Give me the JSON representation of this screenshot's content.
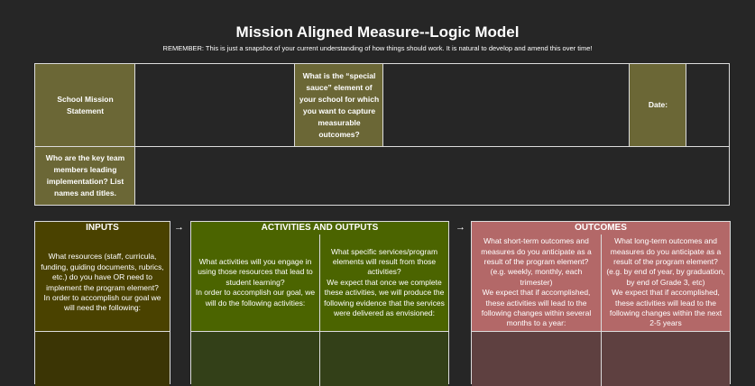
{
  "header": {
    "title": "Mission Aligned Measure--Logic Model",
    "subtitle": "REMEMBER: This is just a snapshot of your current understanding of how things should work. It is natural to develop and amend this over time!"
  },
  "top_table": {
    "mission_label": "School Mission Statement",
    "sauce_label": "What is the “special sauce” element of your school for which you want to capture measurable outcomes?",
    "date_label": "Date:",
    "team_label": "Who are the key team members leading implementation? List names and titles."
  },
  "arrows": {
    "glyph": "→"
  },
  "inputs": {
    "heading": "INPUTS",
    "prompt": "What resources (staff, curricula, funding, guiding documents, rubrics, etc.) do you have OR need to implement the program element?\nIn order to accomplish our goal we will need the following:"
  },
  "activities": {
    "heading": "ACTIVITIES AND OUTPUTS",
    "left_prompt": "What activities will you engage in using those resources that lead to student learning?\nIn order to accomplish our goal, we will do the following activities:",
    "right_prompt": "What specific services/program elements will result from those activities?\nWe expect that once we complete these activities, we will produce the following evidence that the services were delivered as envisioned:"
  },
  "outcomes": {
    "heading": "OUTCOMES",
    "left_prompt": "What short-term outcomes and measures do you anticipate as a result of the program element? (e.g. weekly, monthly, each trimester)\nWe expect that if accomplished, these activities will lead to the following changes within several months to a year:",
    "right_prompt": "What long-term outcomes and measures do you anticipate as a result of the program element? (e.g. by end of year, by graduation, by end of Grade 3, etc)\nWe expect that if accomplished, these activities will lead to the following changes within the next 2-5 years"
  },
  "colors": {
    "background": "#262626",
    "olive": "#6b6736",
    "inputs_head": "#4a4200",
    "inputs_body": "#3b3505",
    "activities_head": "#4b6400",
    "activities_body": "#334018",
    "outcomes_head": "#b36868",
    "outcomes_body": "#5e4040"
  }
}
